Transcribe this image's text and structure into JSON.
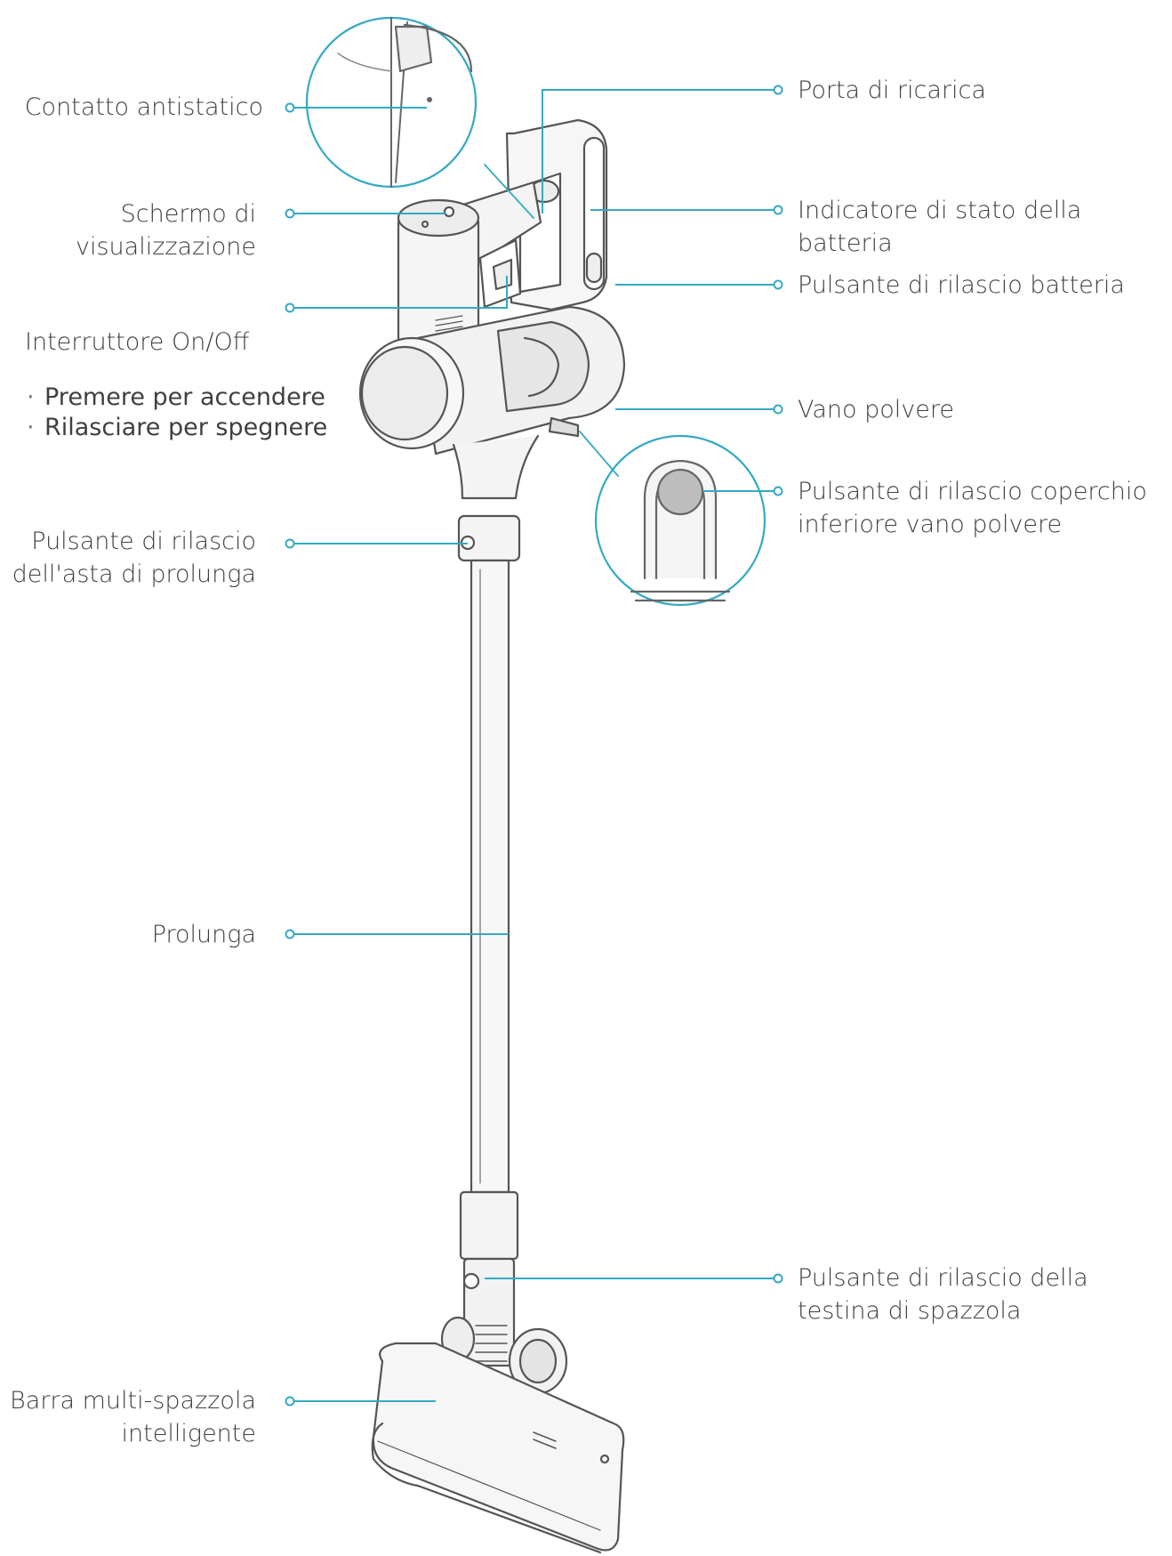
{
  "colors": {
    "leader": "#33a9c4",
    "outline": "#555555",
    "text": "#3f3f3f",
    "fill_light": "#f3f3f3",
    "fill_mid": "#e4e4e4",
    "release_button": "#bdbdbd"
  },
  "labels": {
    "antistatic_contact": "Contatto antistatico",
    "display_screen": [
      "Schermo di",
      "visualizzazione"
    ],
    "power_switch": "Interruttore On/Off",
    "power_switch_notes": [
      "Premere per accendere",
      "Rilasciare per spegnere"
    ],
    "extension_release": [
      "Pulsante di rilascio",
      "dell'asta di prolunga"
    ],
    "extension_tube": "Prolunga",
    "multi_brush": [
      "Barra multi-spazzola",
      "intelligente"
    ],
    "charging_port": "Porta di ricarica",
    "battery_indicator": [
      "Indicatore di stato della",
      "batteria"
    ],
    "battery_release": "Pulsante di rilascio batteria",
    "dust_bin": "Vano polvere",
    "dust_bin_cover_release": [
      "Pulsante di rilascio coperchio",
      "inferiore vano polvere"
    ],
    "brush_head_release": [
      "Pulsante di rilascio della",
      "testina di spazzola"
    ]
  }
}
